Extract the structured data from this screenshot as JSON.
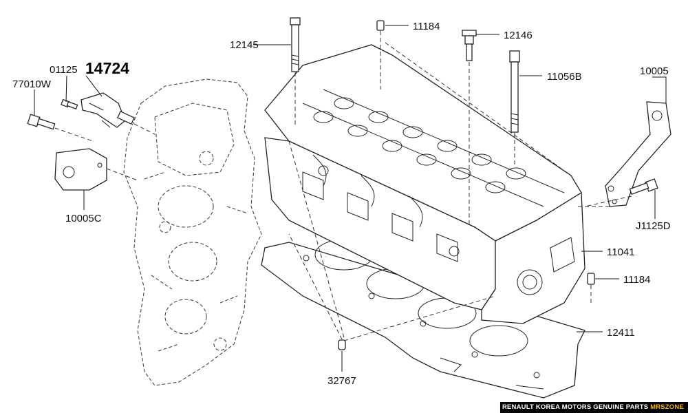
{
  "labels": {
    "p12145": "12145",
    "p11184_top": "11184",
    "p12146": "12146",
    "p11056b": "11056B",
    "p10005": "10005",
    "p01125": "01125",
    "p14724": "14724",
    "p77010w": "77010W",
    "p10005c": "10005C",
    "pj1125d": "J1125D",
    "p11041": "11041",
    "p11184_side": "11184",
    "p12411": "12411",
    "p32767": "32767"
  },
  "footer": {
    "text": "RENAULT KOREA MOTORS GENUINE PARTS ",
    "brand": "MRSZONE",
    "brand_color": "#f2b51d"
  }
}
